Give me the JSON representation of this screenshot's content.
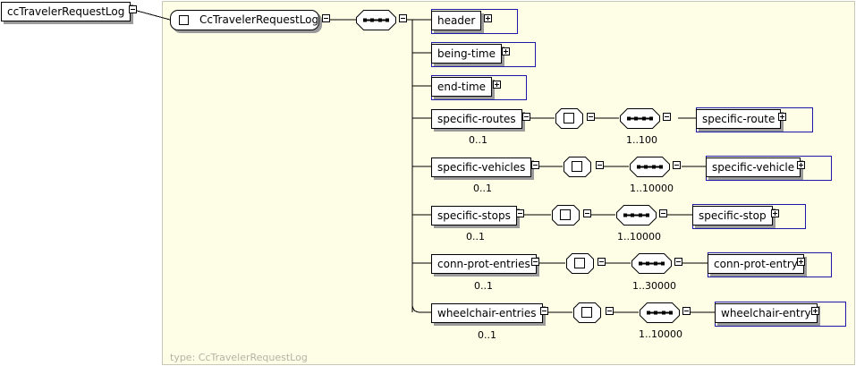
{
  "root": {
    "label": "ccTravelerRequestLog"
  },
  "type": {
    "name": "CcTravelerRequestLog",
    "label": "type: CcTravelerRequestLog"
  },
  "simple_children": [
    {
      "label": "header"
    },
    {
      "label": "being-time"
    },
    {
      "label": "end-time"
    }
  ],
  "list_children": [
    {
      "wrapper": "specific-routes",
      "wrapper_occ": "0..1",
      "item": "specific-route",
      "item_occ": "1..100"
    },
    {
      "wrapper": "specific-vehicles",
      "wrapper_occ": "0..1",
      "item": "specific-vehicle",
      "item_occ": "1..10000"
    },
    {
      "wrapper": "specific-stops",
      "wrapper_occ": "0..1",
      "item": "specific-stop",
      "item_occ": "1..10000"
    },
    {
      "wrapper": "conn-prot-entries",
      "wrapper_occ": "0..1",
      "item": "conn-prot-entry",
      "item_occ": "1..30000"
    },
    {
      "wrapper": "wheelchair-entries",
      "wrapper_occ": "0..1",
      "item": "wheelchair-entry",
      "item_occ": "1..10000"
    }
  ],
  "colors": {
    "type_bg": "#fefde6",
    "group_border": "#1a1aa6",
    "type_text": "#b4b4a6"
  },
  "icons": {
    "expand": "plus-box-icon",
    "collapse": "minus-box-icon",
    "sequence": "sequence-icon"
  }
}
